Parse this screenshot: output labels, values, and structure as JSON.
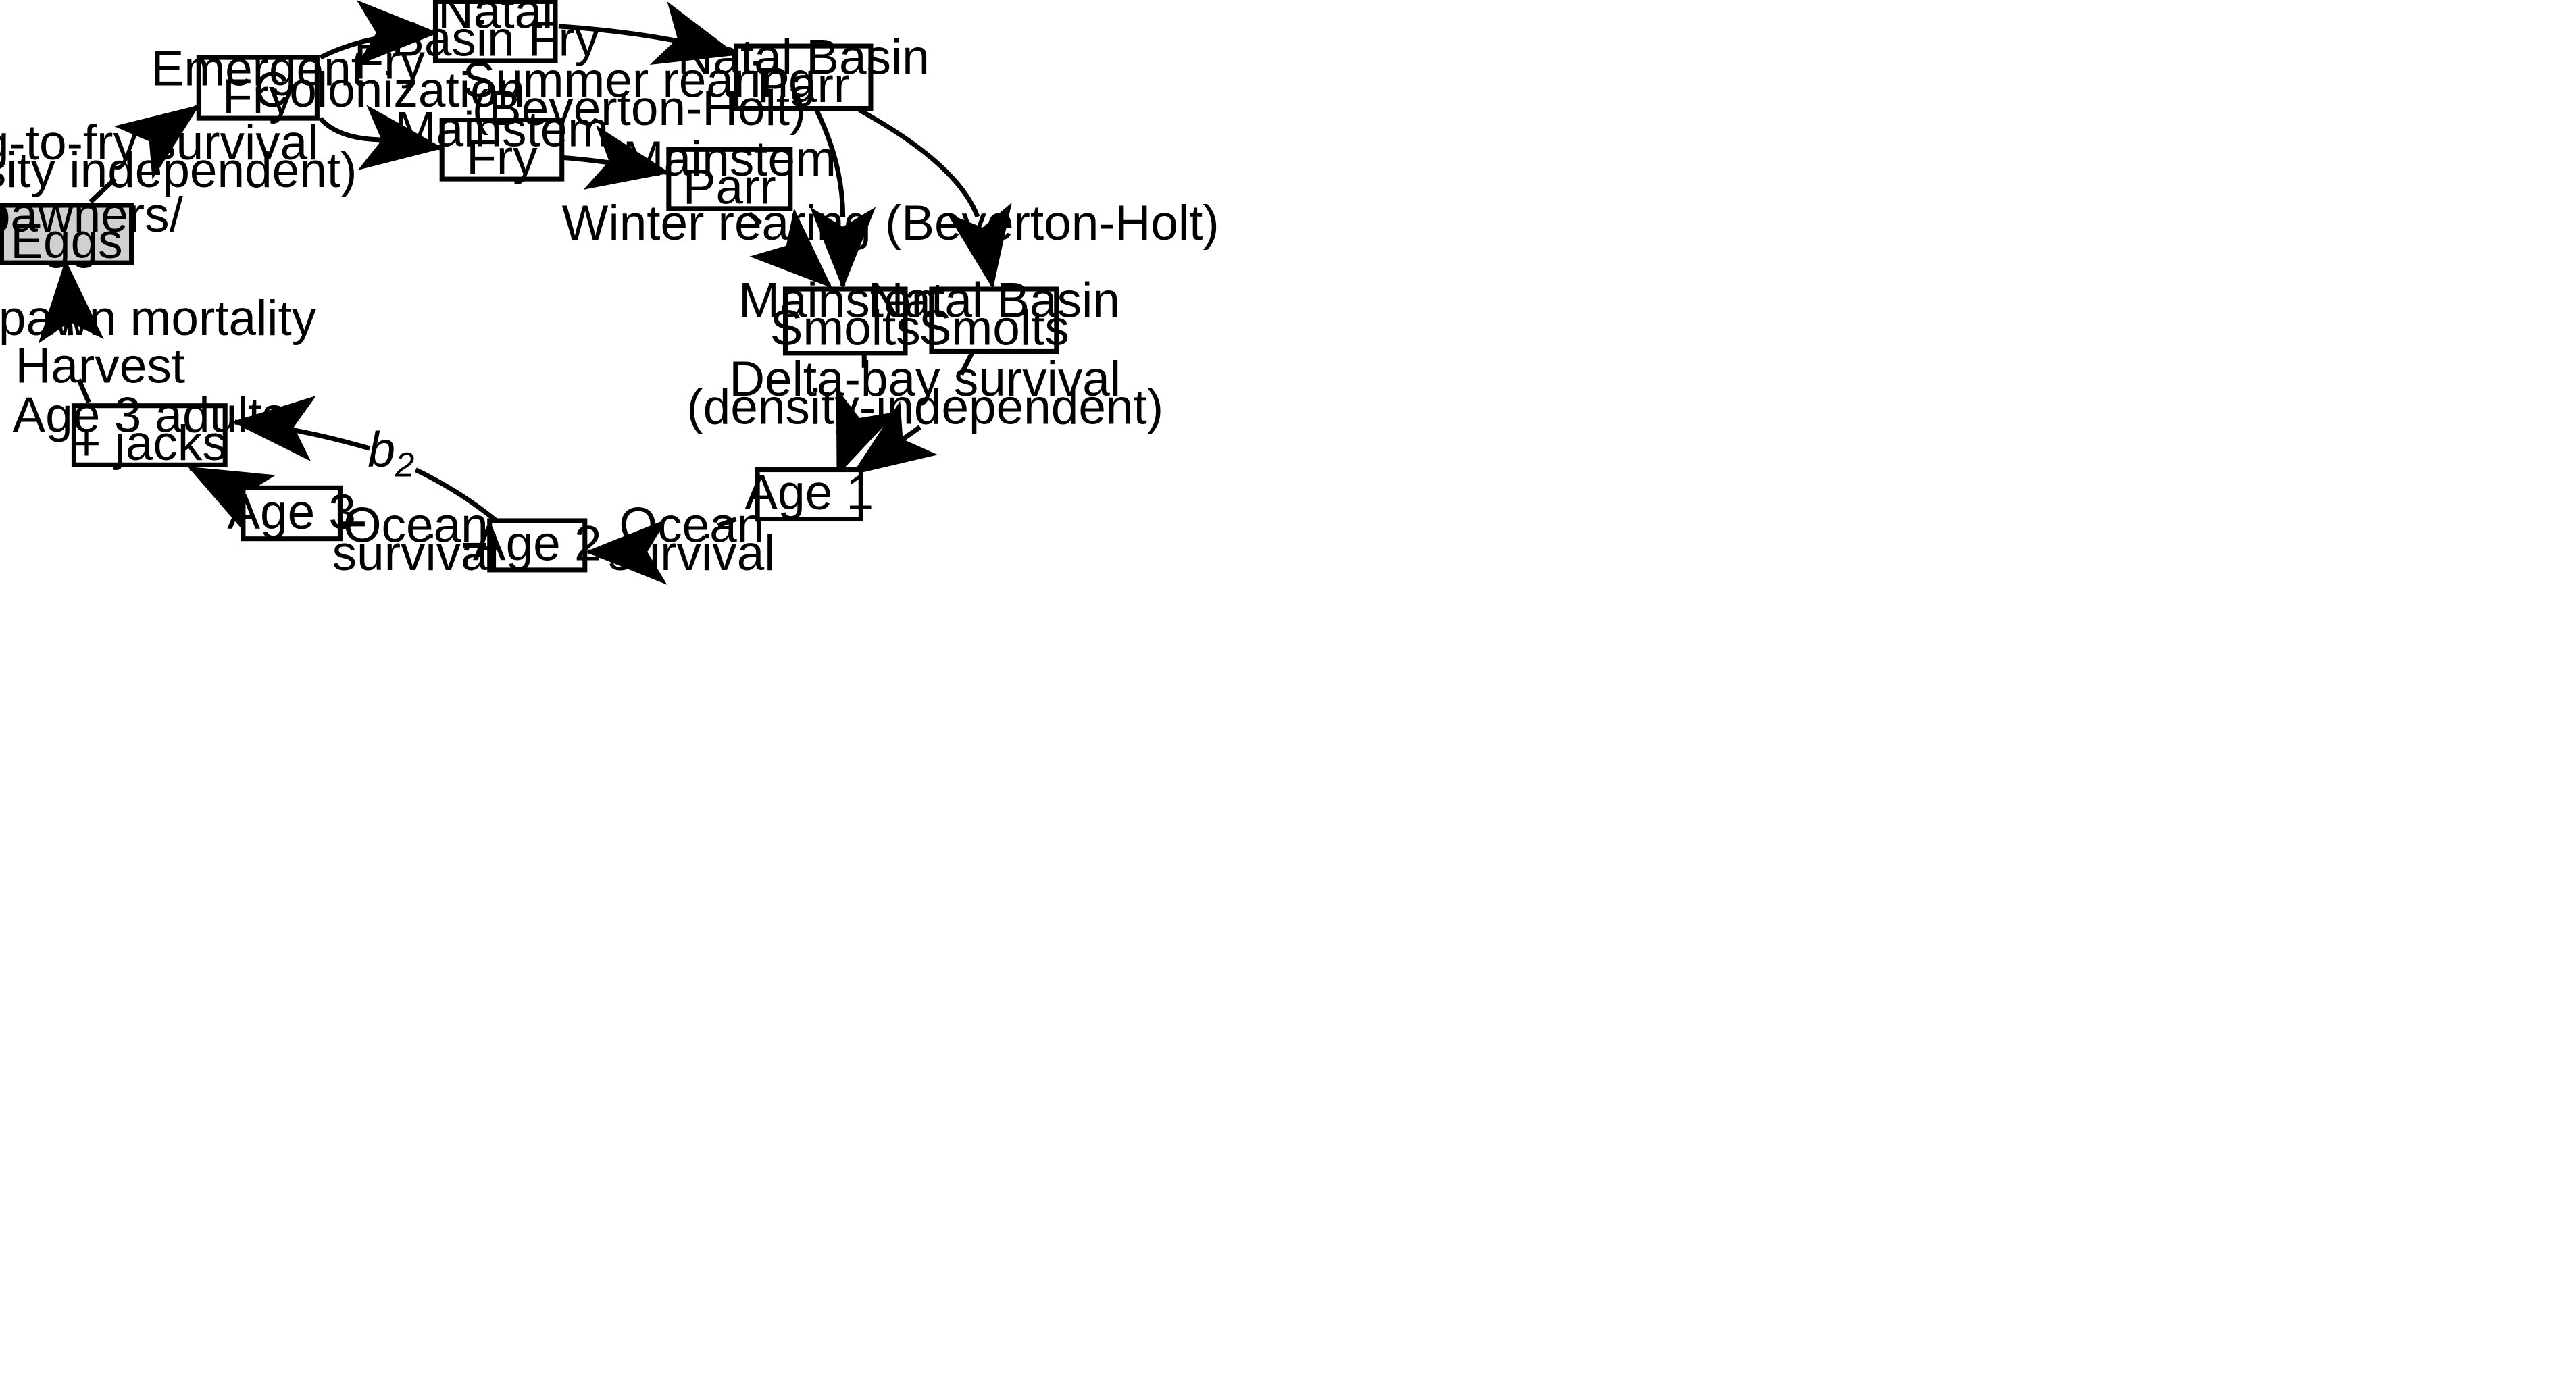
{
  "nodes": {
    "spawners": {
      "lines": [
        "Spawners/",
        "Eggs"
      ],
      "fill": "#d0d0d0"
    },
    "emergent_fry": {
      "lines": [
        "Emergent",
        "Fry"
      ]
    },
    "natal_basin_fry": {
      "lines": [
        "Natal",
        "Basin Fry"
      ]
    },
    "mainstem_fry": {
      "lines": [
        "Mainstem",
        "Fry"
      ]
    },
    "natal_basin_parr": {
      "lines": [
        "Natal Basin",
        "Parr"
      ]
    },
    "mainstem_parr": {
      "lines": [
        "Mainstem",
        "Parr"
      ]
    },
    "mainstem_smolts": {
      "lines": [
        "Mainstem",
        "Smolts"
      ]
    },
    "natal_basin_smolts": {
      "lines": [
        "Natal Basin",
        "Smolts"
      ]
    },
    "age1": {
      "lines": [
        "Age 1"
      ]
    },
    "age2": {
      "lines": [
        "Age 2"
      ]
    },
    "age3": {
      "lines": [
        "Age 3"
      ]
    },
    "age3_adults": {
      "lines": [
        "Age 3 adults",
        "+ jacks"
      ]
    }
  },
  "labels": {
    "egg_to_fry": [
      "Egg-to-fry survival",
      "(density independent)"
    ],
    "fry_colonization": [
      "Fry",
      "Colonization"
    ],
    "summer_rearing": [
      "Summer rearing",
      "(Beverton-Holt)"
    ],
    "winter_rearing": [
      "Winter rearing (Beverton-Holt)"
    ],
    "delta_bay": [
      "Delta-bay survival",
      "(density-independent)"
    ],
    "ocean_survival_right": [
      "Ocean",
      "survival"
    ],
    "ocean_survival_left": [
      "Ocean",
      "survival"
    ],
    "b2": {
      "base": "b",
      "sub": "2"
    },
    "harvest": [
      "Harvest"
    ],
    "pre_spawn": [
      "Pre-spawn mortality"
    ]
  }
}
